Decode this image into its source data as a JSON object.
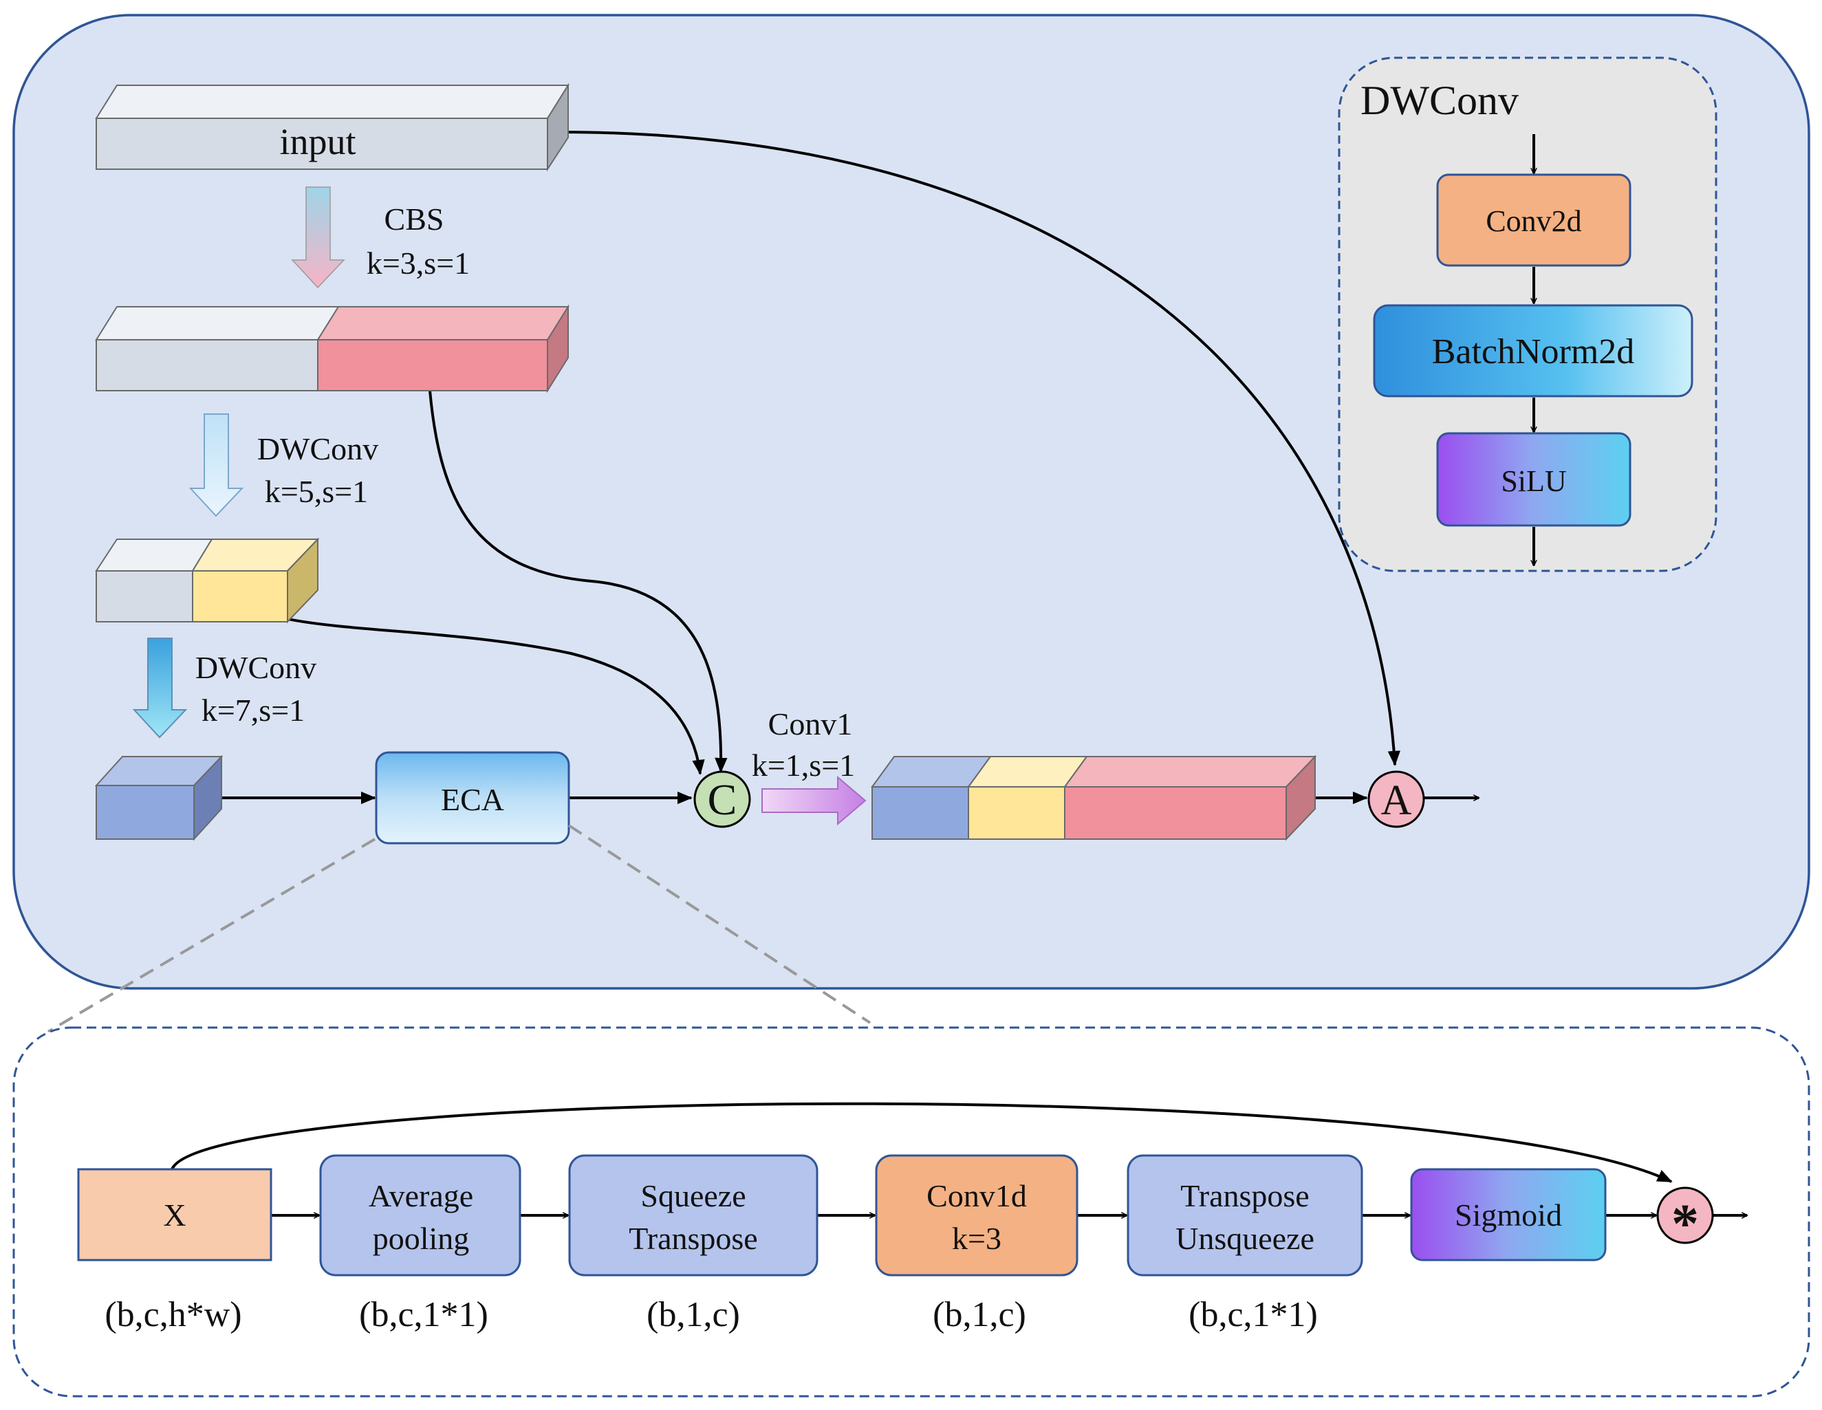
{
  "module": {
    "input_label": "input",
    "cbs_label": "CBS",
    "cbs_params": "k=3,s=1",
    "dwconv1_label": "DWConv",
    "dwconv1_params": "k=5,s=1",
    "dwconv2_label": "DWConv",
    "dwconv2_params": "k=7,s=1",
    "eca_label": "ECA",
    "concat_symbol": "C",
    "conv1_label": "Conv1",
    "conv1_params": "k=1,s=1",
    "add_symbol": "A"
  },
  "dwconv_legend": {
    "title": "DWConv",
    "steps": [
      "Conv2d",
      "BatchNorm2d",
      "SiLU"
    ]
  },
  "eca_detail": {
    "blocks": [
      {
        "lines": [
          "X"
        ],
        "shape": "(b,c,h*w)"
      },
      {
        "lines": [
          "Average",
          "pooling"
        ],
        "shape": "(b,c,1*1)"
      },
      {
        "lines": [
          "Squeeze",
          "Transpose"
        ],
        "shape": "(b,1,c)"
      },
      {
        "lines": [
          "Conv1d",
          "k=3"
        ],
        "shape": "(b,1,c)"
      },
      {
        "lines": [
          "Transpose",
          "Unsqueeze"
        ],
        "shape": "(b,c,1*1)"
      },
      {
        "lines": [
          "Sigmoid"
        ],
        "shape": ""
      }
    ],
    "multiply_symbol": "*"
  },
  "colors": {
    "panel_bg": "#dae3f3",
    "panel_border": "#2f5597",
    "legend_bg": "#e6e6e6",
    "gray_block": "#d6dce5",
    "pink_block": "#f0919c",
    "yellow_block": "#ffe699",
    "blue_block": "#8fa9df",
    "orange_block": "#f4b183",
    "peach_block": "#f8cbad",
    "eca_block": "#b4c4ec",
    "concat_node": "#c5e0b4",
    "add_node": "#f4b6c2"
  }
}
